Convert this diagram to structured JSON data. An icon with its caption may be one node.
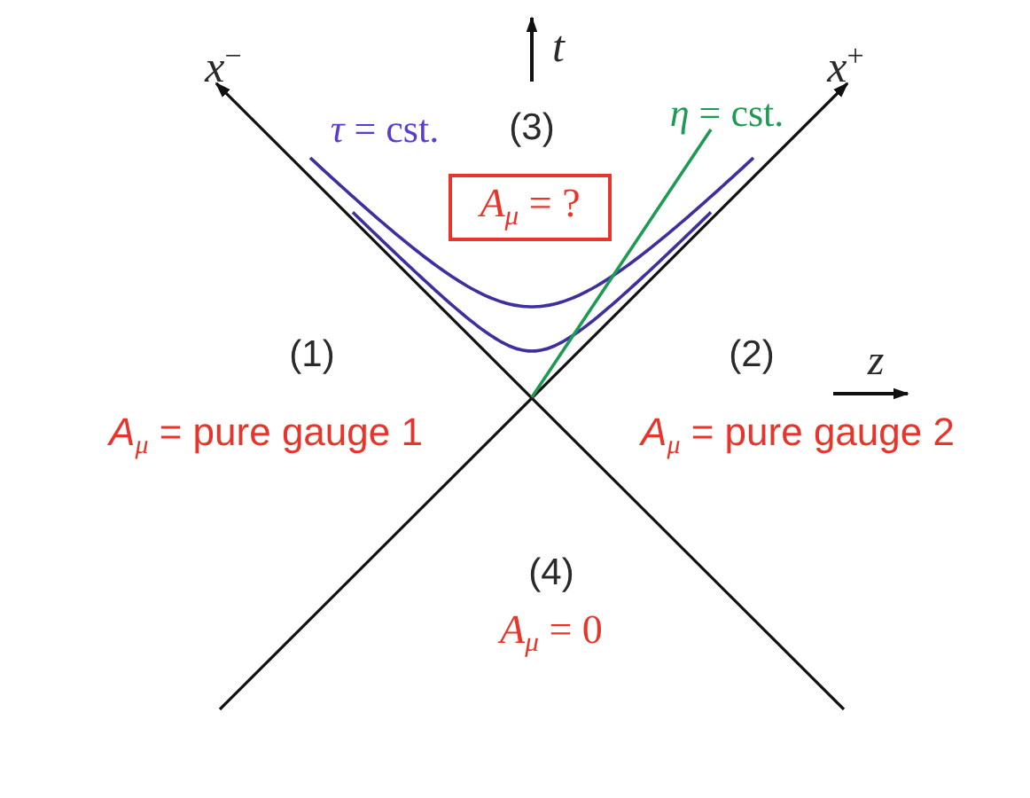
{
  "diagram": {
    "nodes": [
      {
        "text": [
          "*A*$_{μ}$ = ?"
        ]
      }
    ],
    "labels": [
      "t",
      "*x*$^{−}$",
      "*x*$^{+}$",
      "*τ* = cst.",
      "(3)",
      "*η* = cst.",
      "(1)",
      "(2)",
      "z",
      "*A*$_{μ}$ = pure gauge 1",
      "*A*$_{μ}$ = pure gauge 2",
      "(4)",
      "*A*$_{μ}$ = 0"
    ]
  }
}
